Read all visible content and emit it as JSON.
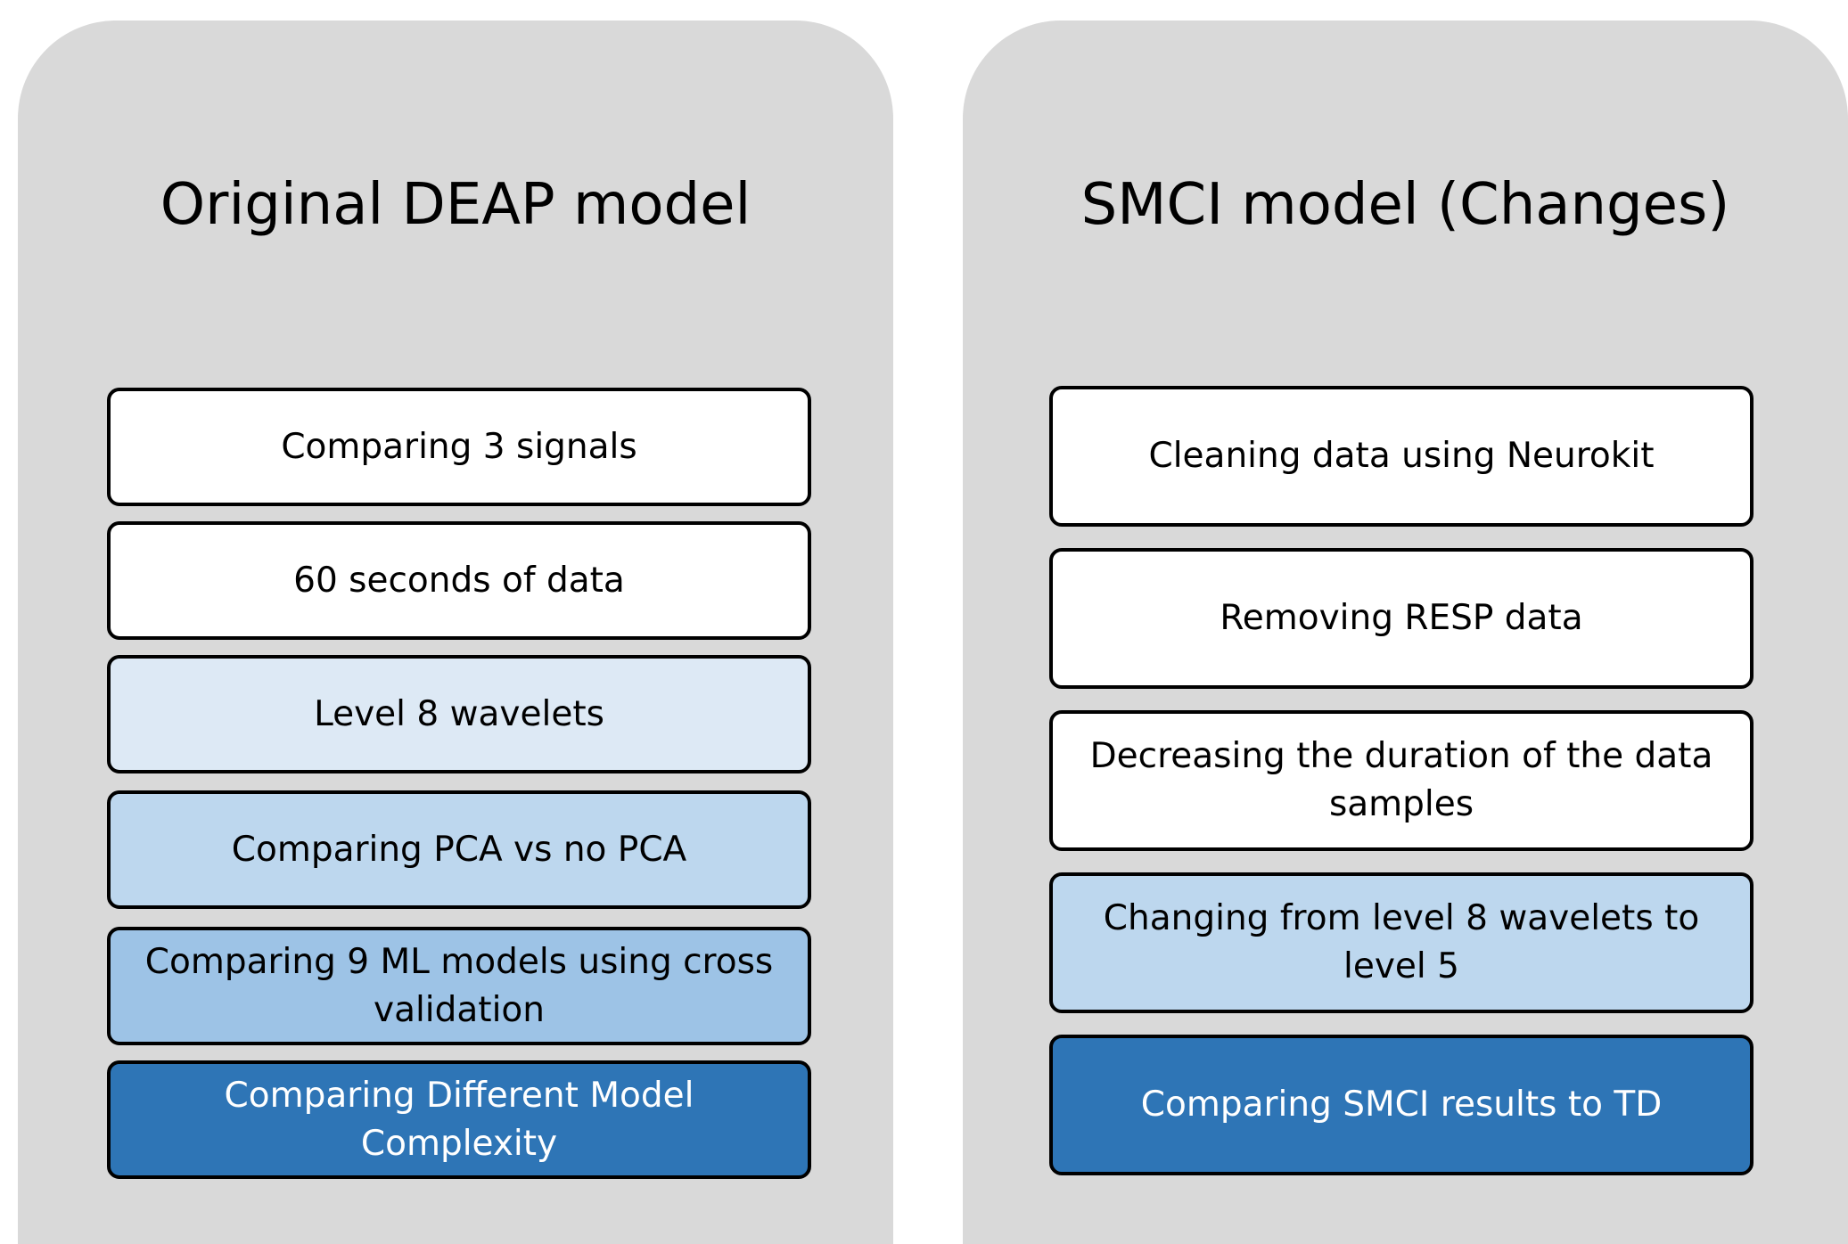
{
  "panels": {
    "left": {
      "title": "Original DEAP model",
      "steps": [
        "Comparing 3 signals",
        "60 seconds of data",
        "Level 8 wavelets",
        "Comparing PCA vs no PCA",
        "Comparing 9 ML models using cross validation",
        "Comparing Different Model Complexity"
      ]
    },
    "right": {
      "title": "SMCI model (Changes)",
      "steps": [
        "Cleaning data using Neurokit",
        "Removing RESP data",
        "Decreasing the duration of the data samples",
        "Changing from level 8 wavelets to level 5",
        "Comparing SMCI results to TD"
      ]
    }
  },
  "colors": {
    "panel_background": "#d9d9d9",
    "box_white": "#ffffff",
    "box_pale_blue": "#dde9f5",
    "box_light_blue": "#bdd7ee",
    "box_medium_blue": "#9dc3e6",
    "box_dark_blue": "#2e75b6",
    "border": "#000000"
  }
}
